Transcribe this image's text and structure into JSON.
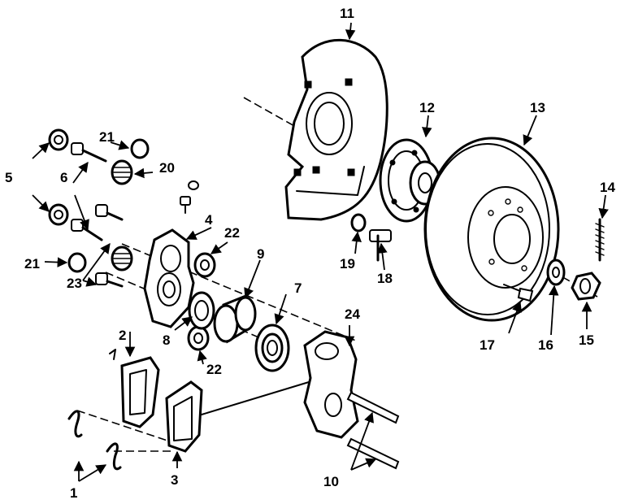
{
  "callouts": {
    "c1": "1",
    "c2": "2",
    "c3": "3",
    "c4": "4",
    "c5": "5",
    "c6": "6",
    "c7": "7",
    "c8": "8",
    "c9": "9",
    "c10": "10",
    "c11": "11",
    "c12": "12",
    "c13": "13",
    "c14": "14",
    "c15": "15",
    "c16": "16",
    "c17": "17",
    "c18": "18",
    "c19": "19",
    "c20": "20",
    "c21a": "21",
    "c21b": "21",
    "c22a": "22",
    "c22b": "22",
    "c23": "23",
    "c24": "24"
  }
}
